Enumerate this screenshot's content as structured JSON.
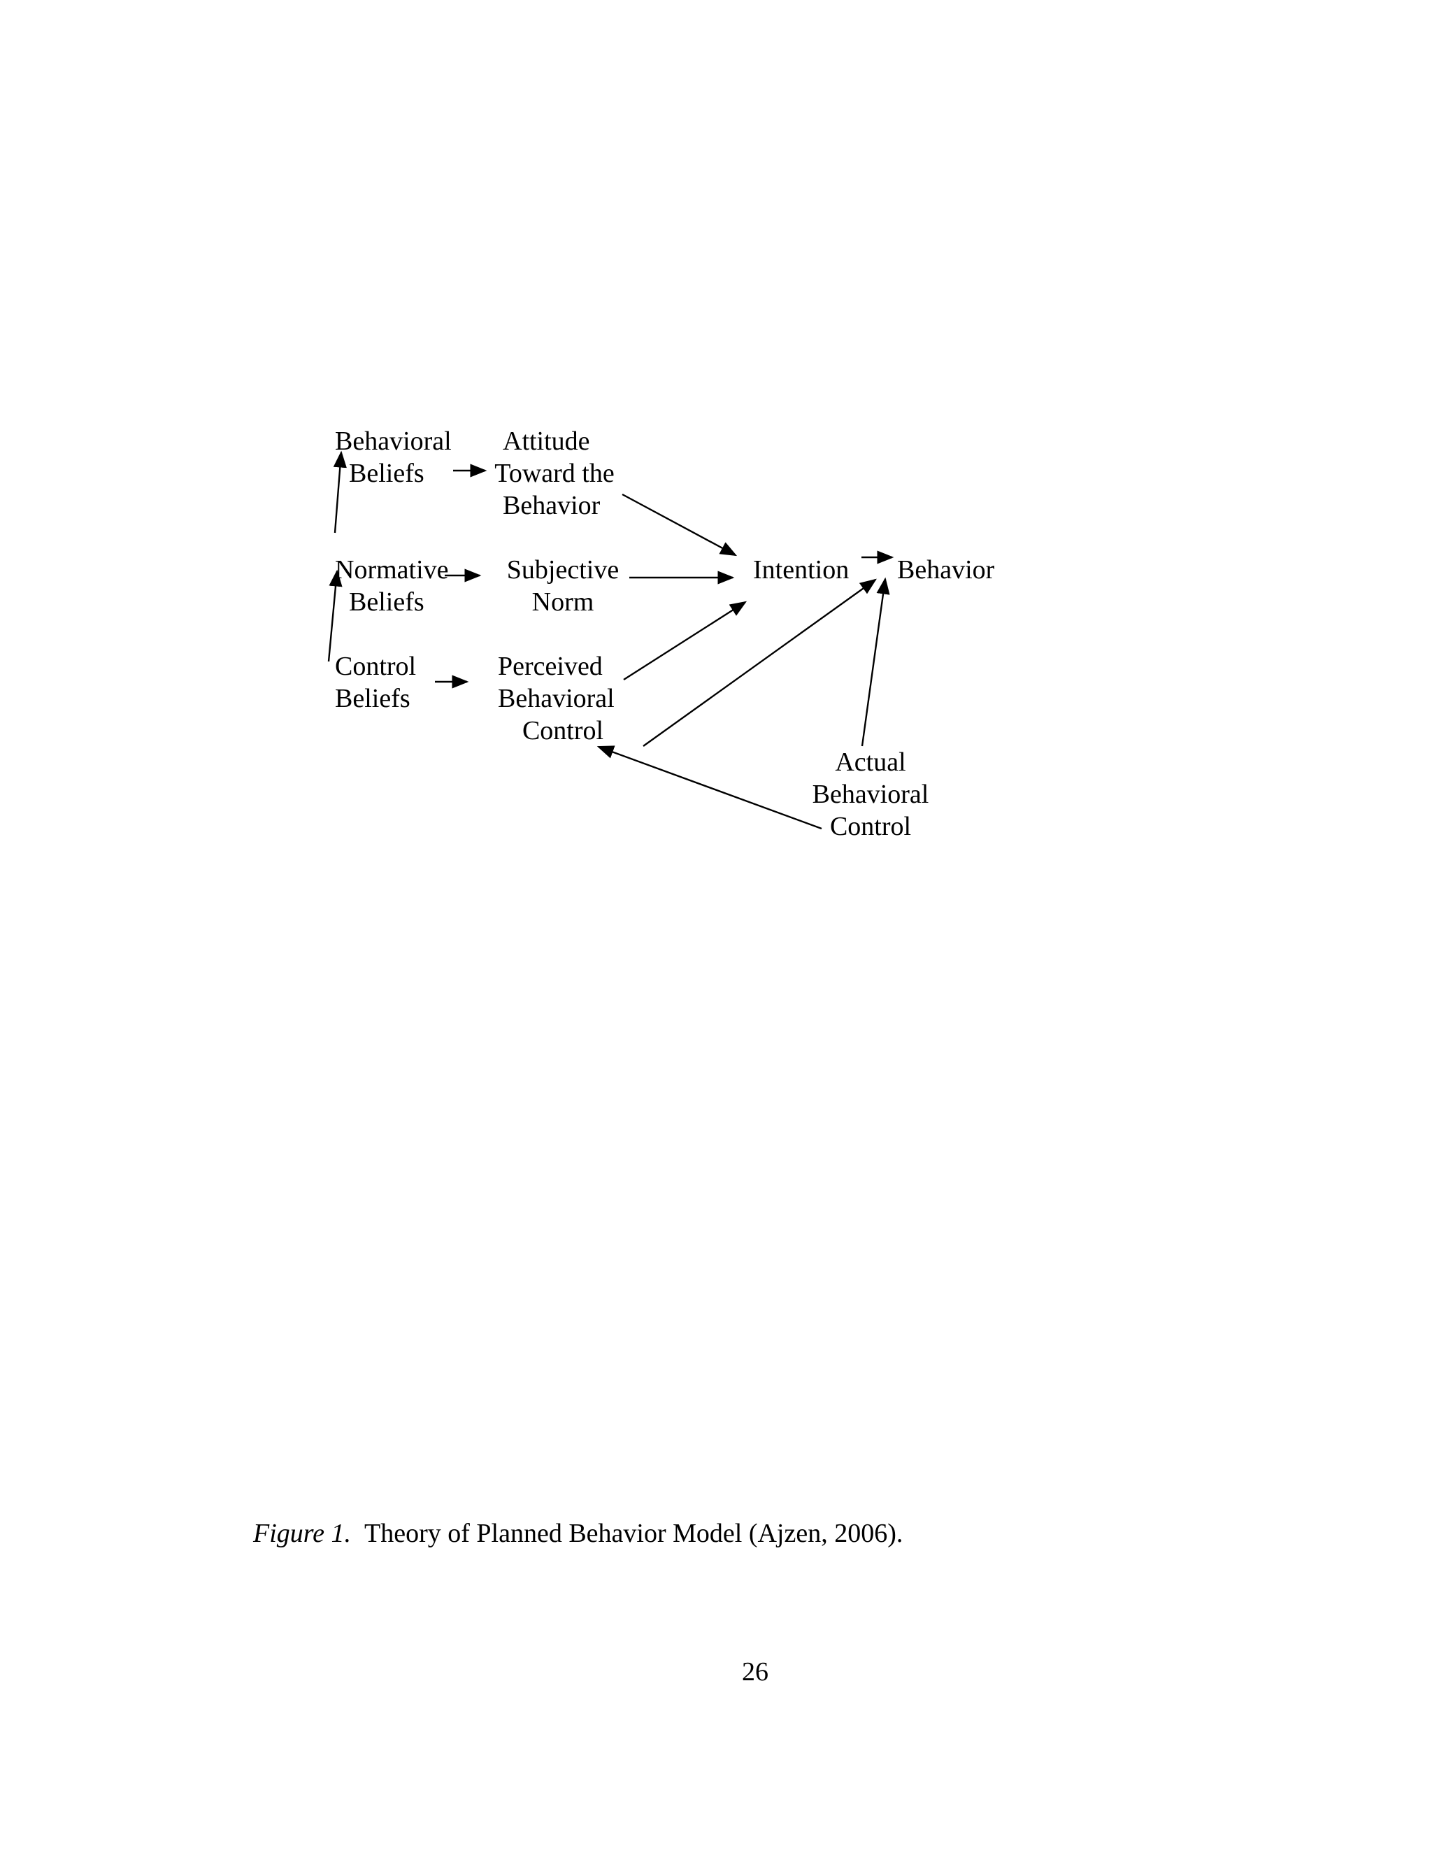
{
  "diagram": {
    "nodes": [
      {
        "id": "behavioral-beliefs",
        "lines": [
          "Behavioral",
          "Beliefs"
        ]
      },
      {
        "id": "attitude",
        "lines": [
          "Attitude",
          "Toward the",
          "Behavior"
        ]
      },
      {
        "id": "normative-beliefs",
        "lines": [
          "Normative",
          "Beliefs"
        ]
      },
      {
        "id": "subjective-norm",
        "lines": [
          "Subjective",
          "Norm"
        ]
      },
      {
        "id": "intention",
        "lines": [
          "Intention"
        ]
      },
      {
        "id": "behavior",
        "lines": [
          "Behavior"
        ]
      },
      {
        "id": "control-beliefs",
        "lines": [
          "Control",
          "Beliefs"
        ]
      },
      {
        "id": "perceived-control",
        "lines": [
          "Perceived",
          "Behavioral",
          "Control"
        ]
      },
      {
        "id": "actual-control",
        "lines": [
          "Actual",
          "Behavioral",
          "Control"
        ]
      }
    ],
    "edges": [
      {
        "from": "behavioral-beliefs",
        "to": "attitude"
      },
      {
        "from": "normative-beliefs",
        "to": "subjective-norm"
      },
      {
        "from": "control-beliefs",
        "to": "perceived-control"
      },
      {
        "from": "normative-beliefs",
        "to": "behavioral-beliefs"
      },
      {
        "from": "control-beliefs",
        "to": "normative-beliefs"
      },
      {
        "from": "attitude",
        "to": "intention"
      },
      {
        "from": "subjective-norm",
        "to": "intention"
      },
      {
        "from": "perceived-control",
        "to": "intention"
      },
      {
        "from": "intention",
        "to": "behavior"
      },
      {
        "from": "perceived-control",
        "to": "behavior"
      },
      {
        "from": "actual-control",
        "to": "behavior"
      },
      {
        "from": "actual-control",
        "to": "perceived-control"
      }
    ]
  },
  "caption": {
    "label": "Figure 1.",
    "text": "Theory of Planned Behavior Model (Ajzen, 2006)."
  },
  "page_number": "26"
}
